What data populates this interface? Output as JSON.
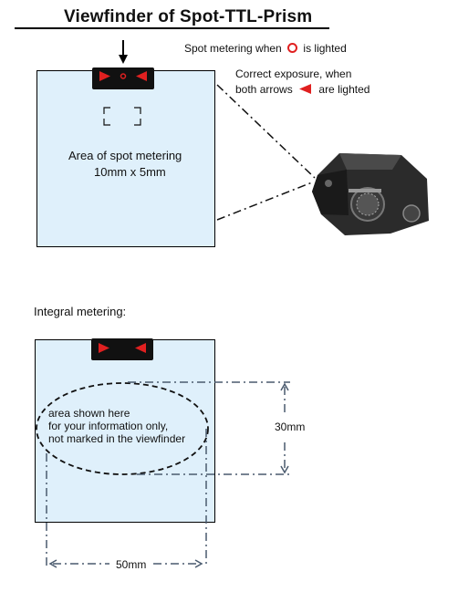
{
  "title": "Viewfinder of Spot-TTL-Prism",
  "spot_note": {
    "before": "Spot metering when",
    "after": "is lighted"
  },
  "exposure_note": {
    "line1": "Correct exposure, when",
    "line2_before": "both arrows",
    "line2_after": "are lighted"
  },
  "spot_panel": {
    "label_line1": "Area of spot metering",
    "label_line2": "10mm x 5mm"
  },
  "integral": {
    "heading": "Integral metering:",
    "oval_lines": [
      "area shown here",
      "for your information only,",
      "not marked in the viewfinder"
    ],
    "height_label": "30mm",
    "width_label": "50mm"
  },
  "colors": {
    "panel_fill": "#dff0fb",
    "led_red": "#e02020",
    "dim_line": "#4a5a6e"
  },
  "icons": {
    "pointer": "down-arrow-icon",
    "camera": "spot-ttl-prism-photo"
  }
}
